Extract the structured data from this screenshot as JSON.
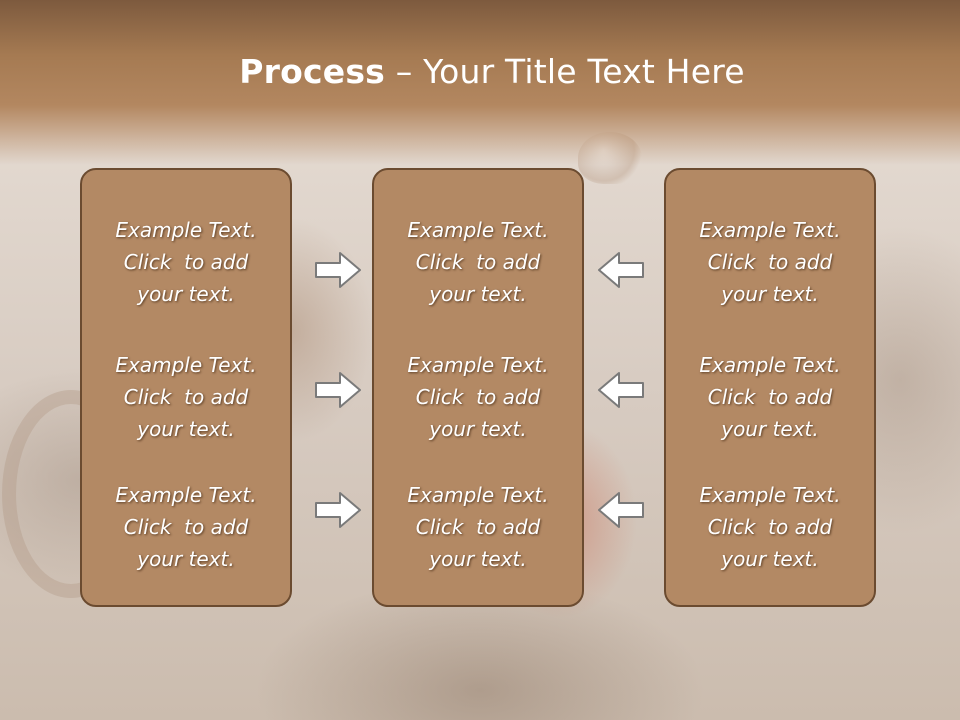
{
  "slide": {
    "title_bold": "Process",
    "title_rest": " – Your Title Text Here",
    "placeholder": {
      "line1": "Example Text.",
      "line2": "Click  to add",
      "line3": "your text."
    }
  },
  "arrows": {
    "left_column": "right-arrow-icon",
    "right_column": "left-arrow-icon"
  },
  "colors": {
    "title_band": "#a57a52",
    "panel_fill": "#b38964",
    "panel_border": "#6b4b30",
    "text": "#ffffff",
    "arrow_fill": "#ffffff",
    "arrow_stroke": "#7a7a7a"
  }
}
